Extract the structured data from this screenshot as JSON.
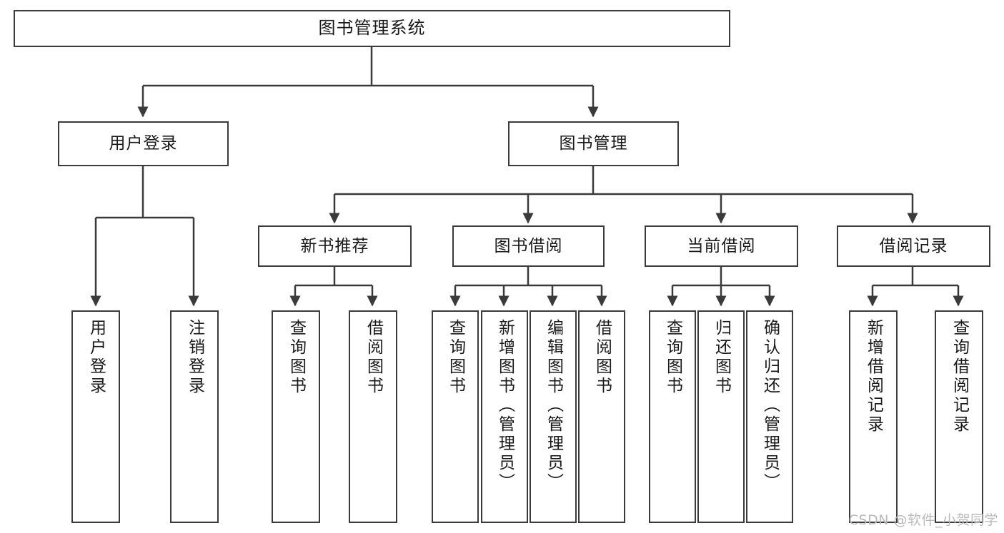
{
  "diagram": {
    "title": "图书管理系统",
    "watermark": "CSDN @软件_小贺同学",
    "levels": {
      "root": {
        "label": "图书管理系统"
      },
      "level2": [
        {
          "label": "用户登录"
        },
        {
          "label": "图书管理"
        }
      ],
      "level3": [
        {
          "label": "新书推荐"
        },
        {
          "label": "图书借阅"
        },
        {
          "label": "当前借阅"
        },
        {
          "label": "借阅记录"
        }
      ],
      "leaves": [
        {
          "label": "用户登录"
        },
        {
          "label": "注销登录"
        },
        {
          "label": "查询图书"
        },
        {
          "label": "借阅图书"
        },
        {
          "label": "查询图书"
        },
        {
          "label": "新增图书（管理员）"
        },
        {
          "label": "编辑图书（管理员）"
        },
        {
          "label": "借阅图书"
        },
        {
          "label": "查询图书"
        },
        {
          "label": "归还图书"
        },
        {
          "label": "确认归还（管理员）"
        },
        {
          "label": "新增借阅记录"
        },
        {
          "label": "查询借阅记录"
        }
      ]
    },
    "colors": {
      "stroke": "#3a3a3a",
      "background": "#ffffff",
      "text": "#1a1a1a",
      "watermark": "#b9b9b9"
    }
  }
}
